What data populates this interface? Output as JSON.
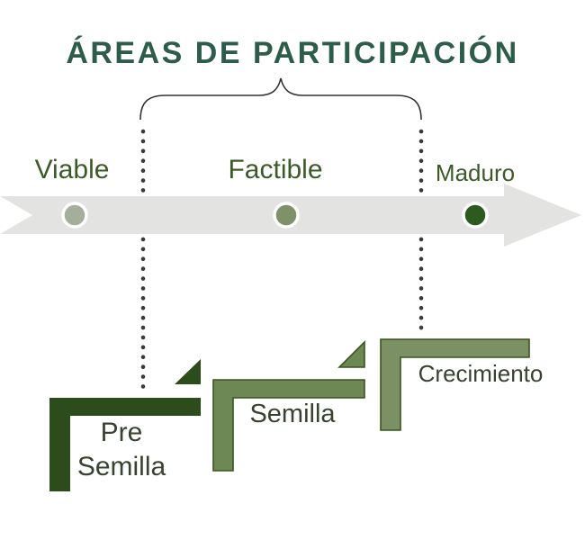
{
  "title": "ÁREAS DE PARTICIPACIÓN",
  "colors": {
    "title": "#2e5c4a",
    "stage_label": "#3c5a28",
    "step_label": "#37422f",
    "arrow_band": "#e3e3e1",
    "dotted_line": "#3a3a3a",
    "brace": "#333333",
    "dot_ring": "#ffffff",
    "step_outline": "#3a541f"
  },
  "timeline": {
    "stages": [
      {
        "label": "Viable",
        "dot_color": "#a4ae9a"
      },
      {
        "label": "Factible",
        "dot_color": "#7e9168"
      },
      {
        "label": "Maduro",
        "dot_color": "#2d5a1f"
      }
    ]
  },
  "steps": [
    {
      "label_line1": "Pre",
      "label_line2": "Semilla",
      "label": "Pre Semilla",
      "color": "#2d4c1b"
    },
    {
      "label": "Semilla",
      "color": "#6d8755"
    },
    {
      "label": "Crecimiento",
      "color": "#7b9164"
    }
  ]
}
